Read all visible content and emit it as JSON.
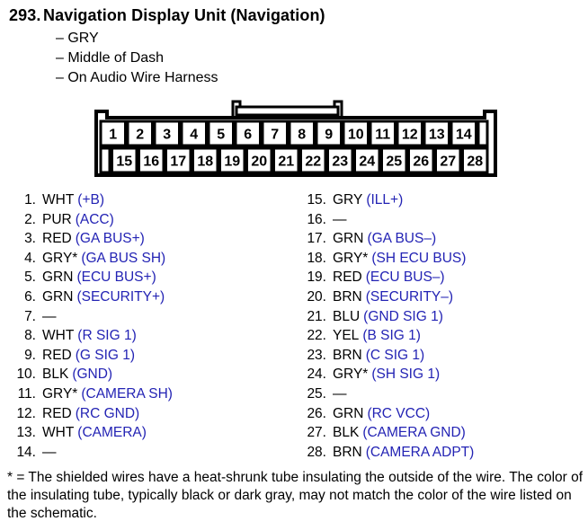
{
  "header": {
    "number": "293.",
    "title": "Navigation Display Unit (Navigation)",
    "bullets": [
      "– GRY",
      "– Middle of Dash",
      "– On Audio Wire Harness"
    ]
  },
  "connector": {
    "top_pins": [
      "1",
      "2",
      "3",
      "4",
      "5",
      "6",
      "7",
      "8",
      "9",
      "10",
      "11",
      "12",
      "13",
      "14"
    ],
    "bottom_pins": [
      "15",
      "16",
      "17",
      "18",
      "19",
      "20",
      "21",
      "22",
      "23",
      "24",
      "25",
      "26",
      "27",
      "28"
    ]
  },
  "pin_list": {
    "left": [
      {
        "num": "1.",
        "color": "WHT",
        "signal": "(+B)"
      },
      {
        "num": "2.",
        "color": "PUR",
        "signal": "(ACC)"
      },
      {
        "num": "3.",
        "color": "RED",
        "signal": "(GA BUS+)"
      },
      {
        "num": "4.",
        "color": "GRY*",
        "signal": "(GA BUS SH)"
      },
      {
        "num": "5.",
        "color": "GRN",
        "signal": "(ECU BUS+)"
      },
      {
        "num": "6.",
        "color": "GRN",
        "signal": "(SECURITY+)"
      },
      {
        "num": "7.",
        "color": "—",
        "signal": ""
      },
      {
        "num": "8.",
        "color": "WHT",
        "signal": "(R SIG 1)"
      },
      {
        "num": "9.",
        "color": "RED",
        "signal": "(G SIG 1)"
      },
      {
        "num": "10.",
        "color": "BLK",
        "signal": "(GND)"
      },
      {
        "num": "11.",
        "color": "GRY*",
        "signal": "(CAMERA SH)"
      },
      {
        "num": "12.",
        "color": "RED",
        "signal": "(RC GND)"
      },
      {
        "num": "13.",
        "color": "WHT",
        "signal": "(CAMERA)"
      },
      {
        "num": "14.",
        "color": "—",
        "signal": ""
      }
    ],
    "right": [
      {
        "num": "15.",
        "color": "GRY",
        "signal": "(ILL+)"
      },
      {
        "num": "16.",
        "color": "—",
        "signal": ""
      },
      {
        "num": "17.",
        "color": "GRN",
        "signal": "(GA BUS–)"
      },
      {
        "num": "18.",
        "color": "GRY*",
        "signal": "(SH ECU BUS)"
      },
      {
        "num": "19.",
        "color": "RED",
        "signal": "(ECU BUS–)"
      },
      {
        "num": "20.",
        "color": "BRN",
        "signal": "(SECURITY–)"
      },
      {
        "num": "21.",
        "color": "BLU",
        "signal": "(GND SIG 1)"
      },
      {
        "num": "22.",
        "color": "YEL",
        "signal": "(B SIG 1)"
      },
      {
        "num": "23.",
        "color": "BRN",
        "signal": "(C SIG 1)"
      },
      {
        "num": "24.",
        "color": "GRY*",
        "signal": "(SH SIG 1)"
      },
      {
        "num": "25.",
        "color": "—",
        "signal": ""
      },
      {
        "num": "26.",
        "color": "GRN",
        "signal": "(RC VCC)"
      },
      {
        "num": "27.",
        "color": "BLK",
        "signal": "(CAMERA GND)"
      },
      {
        "num": "28.",
        "color": "BRN",
        "signal": "(CAMERA ADPT)"
      }
    ]
  },
  "footnote": "* = The shielded wires have a heat-shrunk tube insulating the outside of the wire. The color of the insulating tube, typically black or dark gray, may not match the color of the wire listed on the schematic.",
  "colors": {
    "signal_blue": "#2323b4",
    "text_black": "#000000",
    "background": "#ffffff"
  }
}
